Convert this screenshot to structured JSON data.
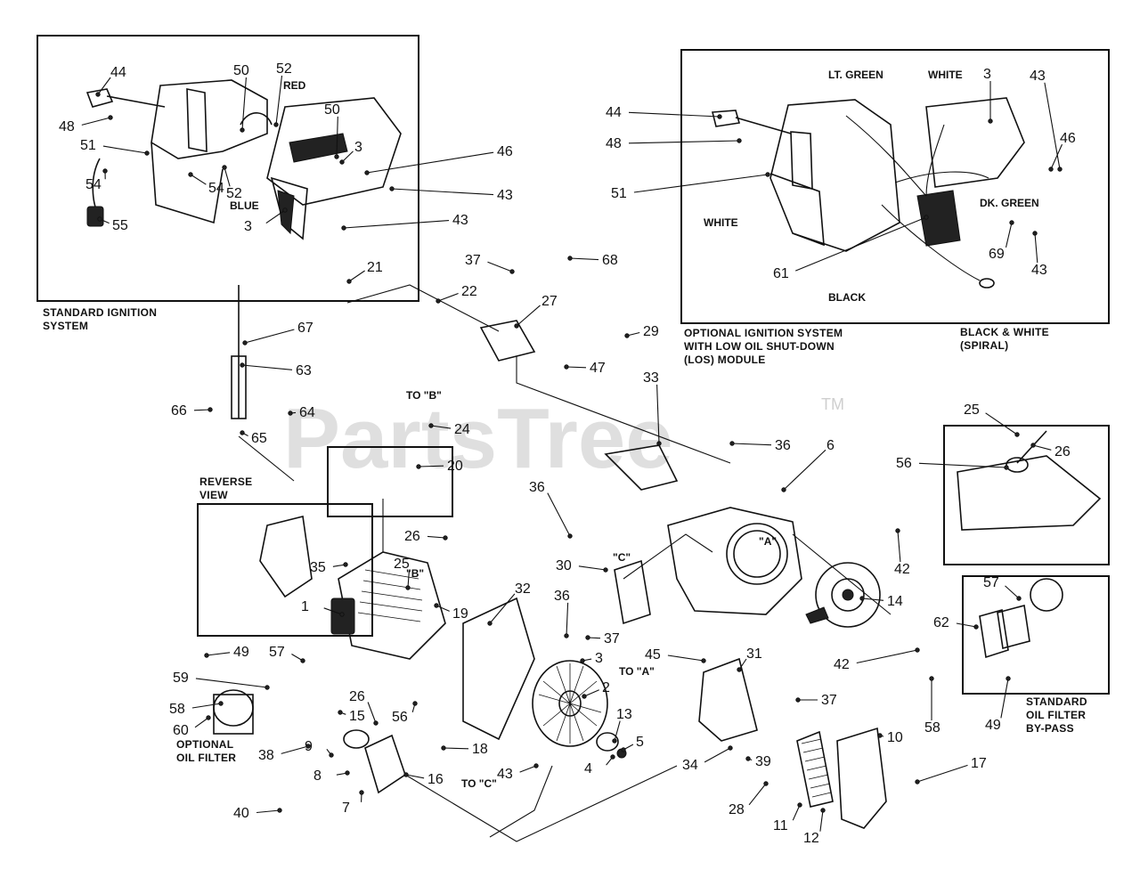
{
  "watermark": {
    "brand": "PartsTree",
    "trademark": "TM"
  },
  "insets": {
    "standard_ignition": {
      "caption_line1": "STANDARD IGNITION",
      "caption_line2": "SYSTEM"
    },
    "optional_ignition": {
      "caption_line1": "OPTIONAL IGNITION SYSTEM",
      "caption_line2": "WITH LOW OIL SHUT-DOWN",
      "caption_line3": "(LOS) MODULE",
      "wire_lt_green": "LT. GREEN",
      "wire_white_top": "WHITE",
      "wire_dk_green": "DK. GREEN",
      "wire_white_left": "WHITE",
      "wire_black": "BLACK",
      "wire_bw_line1": "BLACK & WHITE",
      "wire_bw_line2": "(SPIRAL)"
    },
    "reverse_view": {
      "caption_line1": "REVERSE",
      "caption_line2": "VIEW"
    },
    "standard_oil_filter_bypass": {
      "caption_line1": "STANDARD",
      "caption_line2": "OIL FILTER",
      "caption_line3": "BY-PASS"
    },
    "optional_oil_filter": {
      "caption_line1": "OPTIONAL",
      "caption_line2": "OIL FILTER"
    }
  },
  "wire_colors": {
    "red": "RED",
    "blue": "BLUE"
  },
  "connector_refs": {
    "to_a": "TO \"A\"",
    "to_b": "TO \"B\"",
    "to_c": "TO \"C\"",
    "mark_a": "\"A\"",
    "mark_b": "\"B\"",
    "mark_c": "\"C\""
  },
  "callouts": [
    {
      "id": "c44a",
      "label": "44"
    },
    {
      "id": "c48a",
      "label": "48"
    },
    {
      "id": "c51a",
      "label": "51"
    },
    {
      "id": "c54a",
      "label": "54"
    },
    {
      "id": "c55",
      "label": "55"
    },
    {
      "id": "c50a",
      "label": "50"
    },
    {
      "id": "c52a",
      "label": "52"
    },
    {
      "id": "c50b",
      "label": "50"
    },
    {
      "id": "c3a",
      "label": "3"
    },
    {
      "id": "c46a",
      "label": "46"
    },
    {
      "id": "c43a",
      "label": "43"
    },
    {
      "id": "c43b",
      "label": "43"
    },
    {
      "id": "c3b",
      "label": "3"
    },
    {
      "id": "c54b",
      "label": "54"
    },
    {
      "id": "c52b",
      "label": "52"
    },
    {
      "id": "c44b",
      "label": "44"
    },
    {
      "id": "c48b",
      "label": "48"
    },
    {
      "id": "c51b",
      "label": "51"
    },
    {
      "id": "c3c",
      "label": "3"
    },
    {
      "id": "c43c",
      "label": "43"
    },
    {
      "id": "c46b",
      "label": "46"
    },
    {
      "id": "c61",
      "label": "61"
    },
    {
      "id": "c69",
      "label": "69"
    },
    {
      "id": "c43d",
      "label": "43"
    },
    {
      "id": "c21",
      "label": "21"
    },
    {
      "id": "c22",
      "label": "22"
    },
    {
      "id": "c37a",
      "label": "37"
    },
    {
      "id": "c68",
      "label": "68"
    },
    {
      "id": "c27",
      "label": "27"
    },
    {
      "id": "c29",
      "label": "29"
    },
    {
      "id": "c47",
      "label": "47"
    },
    {
      "id": "c67",
      "label": "67"
    },
    {
      "id": "c63",
      "label": "63"
    },
    {
      "id": "c66",
      "label": "66"
    },
    {
      "id": "c64",
      "label": "64"
    },
    {
      "id": "c65",
      "label": "65"
    },
    {
      "id": "c24",
      "label": "24"
    },
    {
      "id": "c33",
      "label": "33"
    },
    {
      "id": "c20",
      "label": "20"
    },
    {
      "id": "c36a",
      "label": "36"
    },
    {
      "id": "c6",
      "label": "6"
    },
    {
      "id": "c25a",
      "label": "25"
    },
    {
      "id": "c26a",
      "label": "26"
    },
    {
      "id": "c56a",
      "label": "56"
    },
    {
      "id": "c36b",
      "label": "36"
    },
    {
      "id": "c26b",
      "label": "26"
    },
    {
      "id": "c35",
      "label": "35"
    },
    {
      "id": "c25b",
      "label": "25"
    },
    {
      "id": "c30",
      "label": "30"
    },
    {
      "id": "c42a",
      "label": "42"
    },
    {
      "id": "c57a",
      "label": "57"
    },
    {
      "id": "c14",
      "label": "14"
    },
    {
      "id": "c62",
      "label": "62"
    },
    {
      "id": "c1",
      "label": "1"
    },
    {
      "id": "c19",
      "label": "19"
    },
    {
      "id": "c32",
      "label": "32"
    },
    {
      "id": "c36c",
      "label": "36"
    },
    {
      "id": "c37b",
      "label": "37"
    },
    {
      "id": "c42b",
      "label": "42"
    },
    {
      "id": "c49a",
      "label": "49"
    },
    {
      "id": "c57b",
      "label": "57"
    },
    {
      "id": "c3d",
      "label": "3"
    },
    {
      "id": "c45",
      "label": "45"
    },
    {
      "id": "c31",
      "label": "31"
    },
    {
      "id": "c59",
      "label": "59"
    },
    {
      "id": "c2",
      "label": "2"
    },
    {
      "id": "c37c",
      "label": "37"
    },
    {
      "id": "c58a",
      "label": "58"
    },
    {
      "id": "c49b",
      "label": "49"
    },
    {
      "id": "c58b",
      "label": "58"
    },
    {
      "id": "c26c",
      "label": "26"
    },
    {
      "id": "c56b",
      "label": "56"
    },
    {
      "id": "c15",
      "label": "15"
    },
    {
      "id": "c13",
      "label": "13"
    },
    {
      "id": "c10",
      "label": "10"
    },
    {
      "id": "c60",
      "label": "60"
    },
    {
      "id": "c9",
      "label": "9"
    },
    {
      "id": "c5",
      "label": "5"
    },
    {
      "id": "c18",
      "label": "18"
    },
    {
      "id": "c38",
      "label": "38"
    },
    {
      "id": "c8",
      "label": "8"
    },
    {
      "id": "c4",
      "label": "4"
    },
    {
      "id": "c43e",
      "label": "43"
    },
    {
      "id": "c34",
      "label": "34"
    },
    {
      "id": "c39",
      "label": "39"
    },
    {
      "id": "c17",
      "label": "17"
    },
    {
      "id": "c16",
      "label": "16"
    },
    {
      "id": "c7",
      "label": "7"
    },
    {
      "id": "c40",
      "label": "40"
    },
    {
      "id": "c28",
      "label": "28"
    },
    {
      "id": "c11",
      "label": "11"
    },
    {
      "id": "c12",
      "label": "12"
    }
  ]
}
